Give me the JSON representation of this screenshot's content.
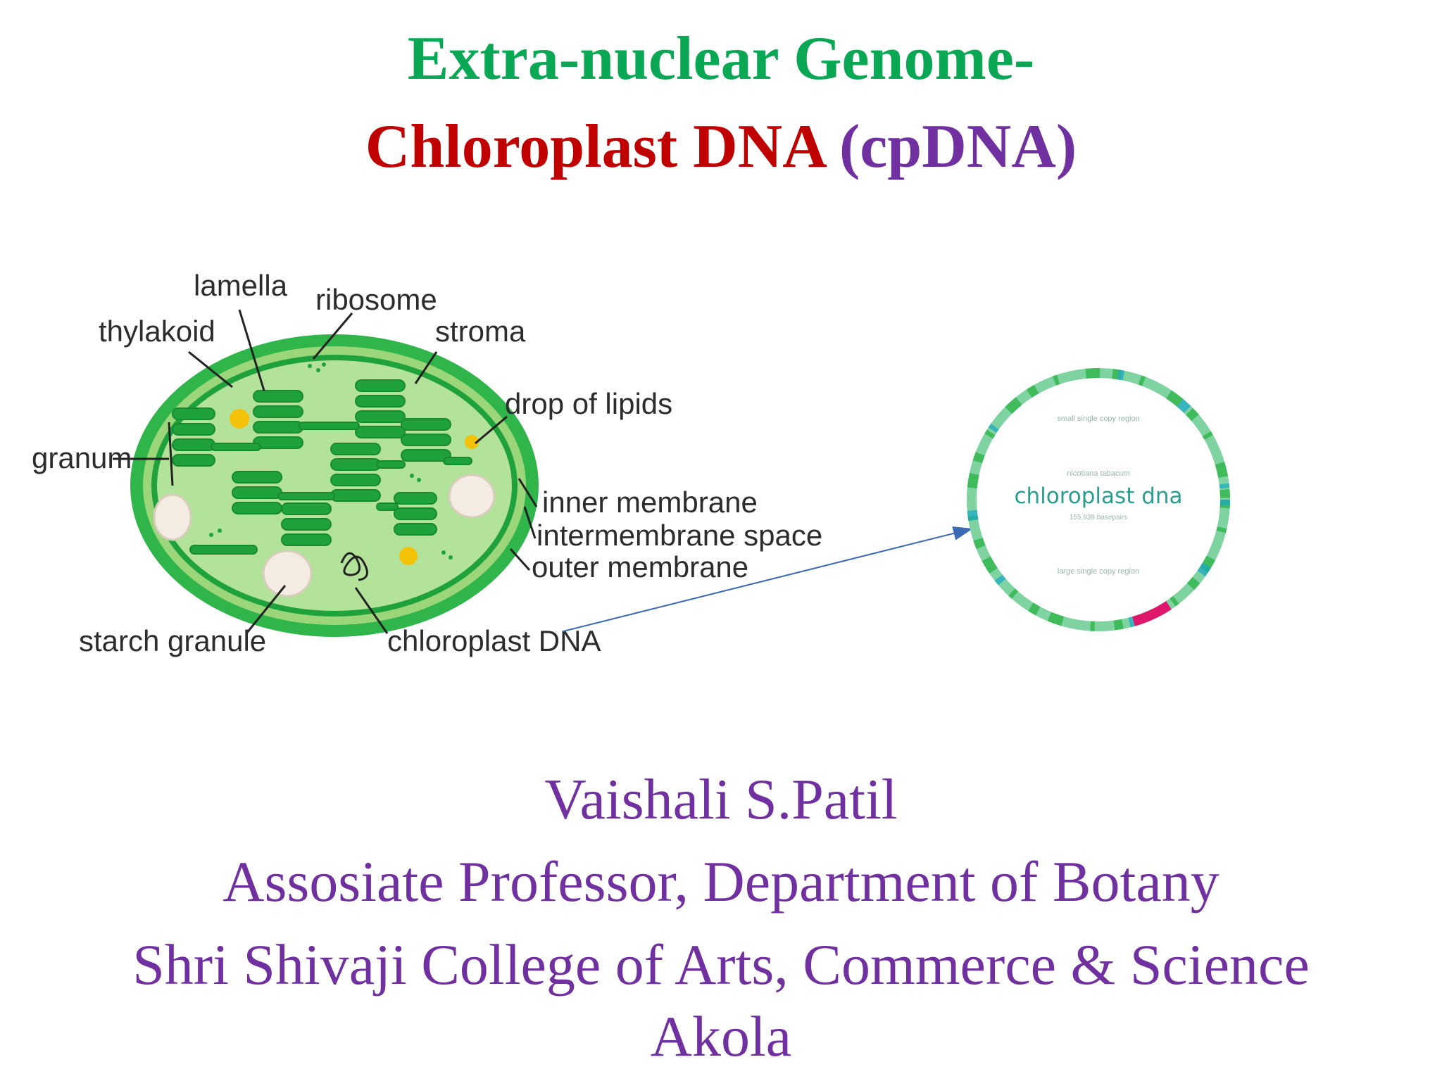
{
  "title": {
    "line1": "Extra-nuclear Genome-",
    "line2_main": "Chloroplast DNA",
    "line2_abbr": "(cpDNA)"
  },
  "diagram": {
    "labels": {
      "lamella": "lamella",
      "ribosome": "ribosome",
      "thylakoid": "thylakoid",
      "stroma": "stroma",
      "drop_of_lipids": "drop of lipids",
      "granum": "granum",
      "inner_membrane": "inner membrane",
      "intermembrane_space": "intermembrane space",
      "outer_membrane": "outer membrane",
      "starch_granule": "starch  granule",
      "chloroplast_dna": "chloroplast  DNA"
    },
    "plasmid": {
      "organism": "nicotiana tabacum",
      "name": "chloroplast dna",
      "size": "155,939 basepairs",
      "region_top": "small single copy region",
      "region_bottom": "large single copy region"
    },
    "colors": {
      "chloroplast_fill": "#2fb54a",
      "stroma": "#a8dc8a",
      "thylakoid": "#1fa23c",
      "lipid": "#f5c20a",
      "plasmid_ring": "#7fd3a0",
      "plasmid_accent": "#e0186c",
      "arrow": "#3c6ab4"
    }
  },
  "author": {
    "name": "Vaishali S.Patil",
    "position": "Assosiate Professor, Department of Botany",
    "institution": "Shri Shivaji College of Arts, Commerce & Science",
    "city": "Akola"
  }
}
